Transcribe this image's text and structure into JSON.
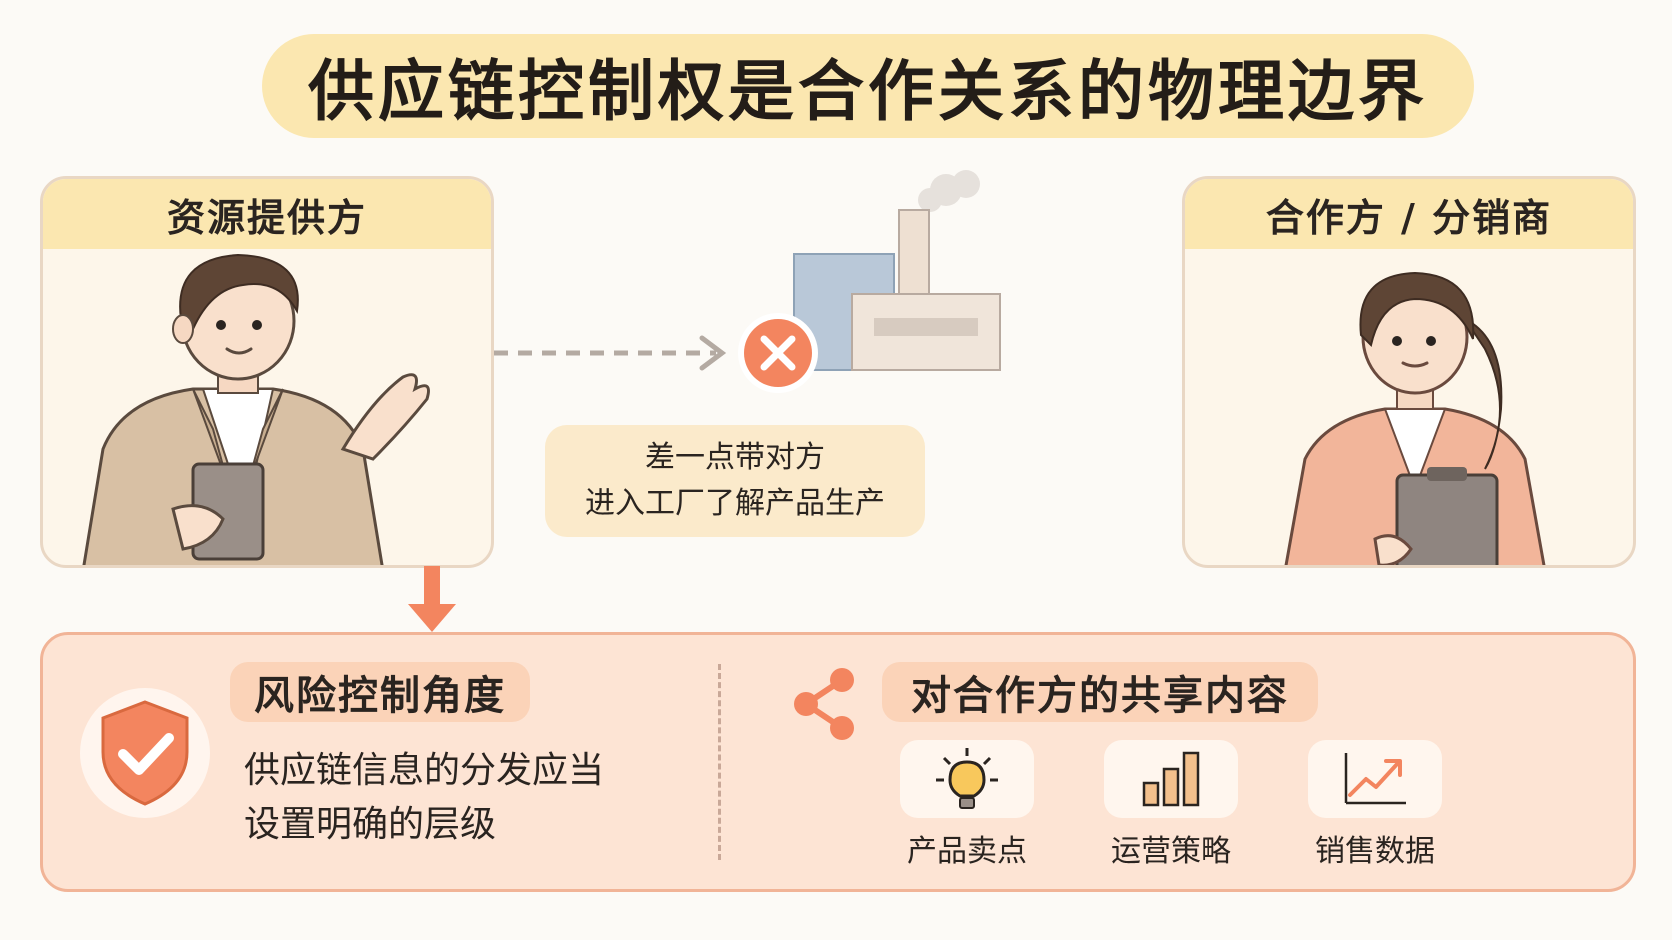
{
  "title": "供应链控制权是合作关系的物理边界",
  "provider_card": {
    "heading": "资源提供方"
  },
  "partner_card": {
    "heading": "合作方 / 分销商"
  },
  "middle": {
    "speech_line1": "差一点带对方",
    "speech_line2": "进入工厂了解产品生产",
    "blocked_icon": "x-circle-icon",
    "factory_icon": "factory-icon"
  },
  "risk": {
    "heading": "风险控制角度",
    "line1": "供应链信息的分发应当",
    "line2": "设置明确的层级",
    "icon": "shield-check-icon"
  },
  "share": {
    "heading": "对合作方的共享内容",
    "icon": "share-icon",
    "items": [
      {
        "label": "产品卖点",
        "icon": "lightbulb-icon"
      },
      {
        "label": "运营策略",
        "icon": "bar-chart-icon"
      },
      {
        "label": "销售数据",
        "icon": "trend-chart-icon"
      }
    ]
  },
  "colors": {
    "accent": "#f3855f",
    "title_bg": "#fbe7b0",
    "panel_bg": "#fde4d4",
    "panel_border": "#f1b497"
  }
}
